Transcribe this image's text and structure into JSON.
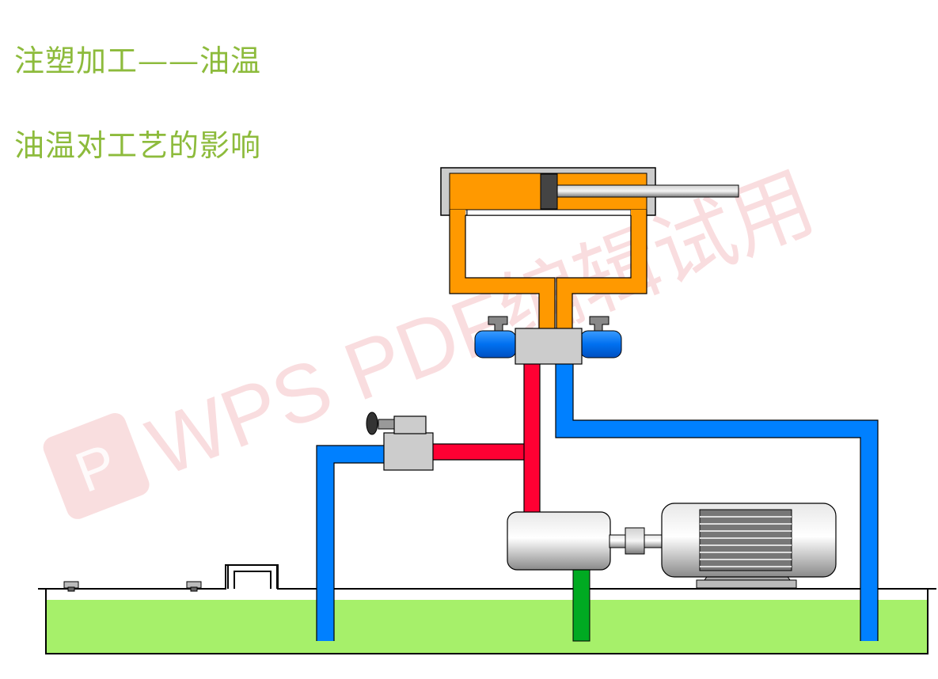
{
  "header": {
    "title": "注塑加工——油温",
    "subtitle": "油温对工艺的影响"
  },
  "watermark": {
    "text": "WPS PDF编辑试用"
  },
  "colors": {
    "title": "#8dbb3c",
    "oil_tank": "#a6f06a",
    "cylinder_oil": "#ff9900",
    "pressure_line": "#ff0033",
    "return_line": "#0080ff",
    "suction_line": "#00aa22",
    "watermark": "#f2b6b9"
  }
}
